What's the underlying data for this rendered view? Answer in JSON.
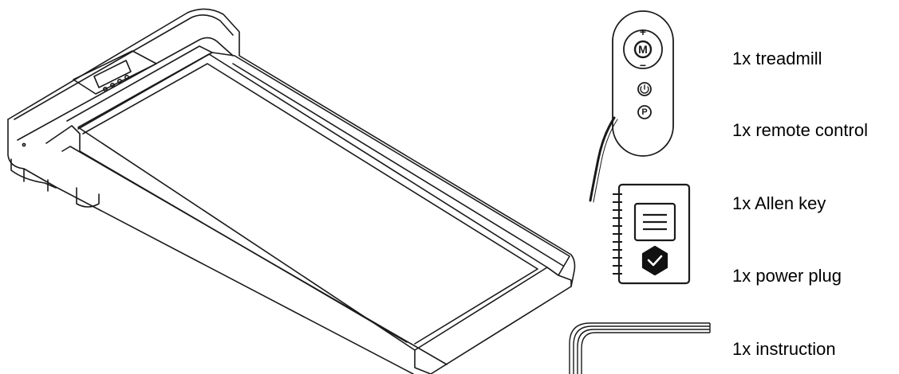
{
  "contents": [
    {
      "label": "1x treadmill",
      "icon": "treadmill-icon"
    },
    {
      "label": "1x remote control",
      "icon": "remote-control-icon"
    },
    {
      "label": "1x Allen key",
      "icon": "allen-key-icon"
    },
    {
      "label": "1x power plug",
      "icon": "power-plug-icon"
    },
    {
      "label": "1x instruction",
      "icon": "instruction-manual-icon"
    }
  ],
  "remote": {
    "mode_button_text": "M",
    "plus_text": "+",
    "minus_text": "−",
    "program_button_text": "P"
  },
  "colors": {
    "line": "#1a1a1a",
    "background": "#ffffff",
    "badge": "#111111"
  }
}
